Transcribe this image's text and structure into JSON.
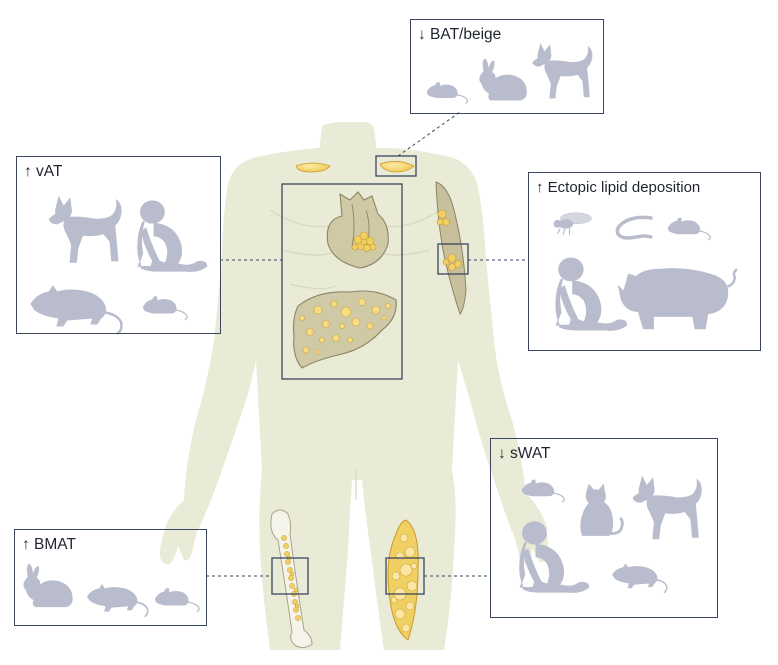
{
  "colors": {
    "body_fill": "#e9ebd6",
    "body_shade": "#dfe2c8",
    "animal_fill": "#b9bccc",
    "fat_fill": "#f0cf63",
    "fat_dark": "#d8ad33",
    "organ_fill": "#cfc9a6",
    "organ_stroke": "#8c8468",
    "frame_stroke": "#3a4660",
    "text": "#1f2430"
  },
  "boxes": {
    "bat_beige": {
      "label": "↓ BAT/beige",
      "animals": [
        "mouse-icon",
        "rabbit-icon",
        "dog-icon"
      ]
    },
    "vat": {
      "label": "↑ vAT",
      "animals": [
        "dog-icon",
        "monkey-icon",
        "rat-icon",
        "mouse-icon"
      ]
    },
    "ectopic": {
      "label": "↑ Ectopic lipid deposition",
      "animals": [
        "fly-icon",
        "worm-icon",
        "mouse-icon",
        "monkey-icon",
        "pig-icon"
      ]
    },
    "swat": {
      "label": "↓ sWAT",
      "animals": [
        "mouse-icon",
        "cat-icon",
        "dog-icon",
        "monkey-icon",
        "rat-icon"
      ]
    },
    "bmat": {
      "label": "↑ BMAT",
      "animals": [
        "rabbit-icon",
        "rat-icon",
        "mouse-icon"
      ]
    }
  },
  "body_regions": [
    "supraclavicular-fat",
    "heart",
    "liver",
    "arm-muscle",
    "femur-bone-marrow",
    "thigh-fat"
  ]
}
